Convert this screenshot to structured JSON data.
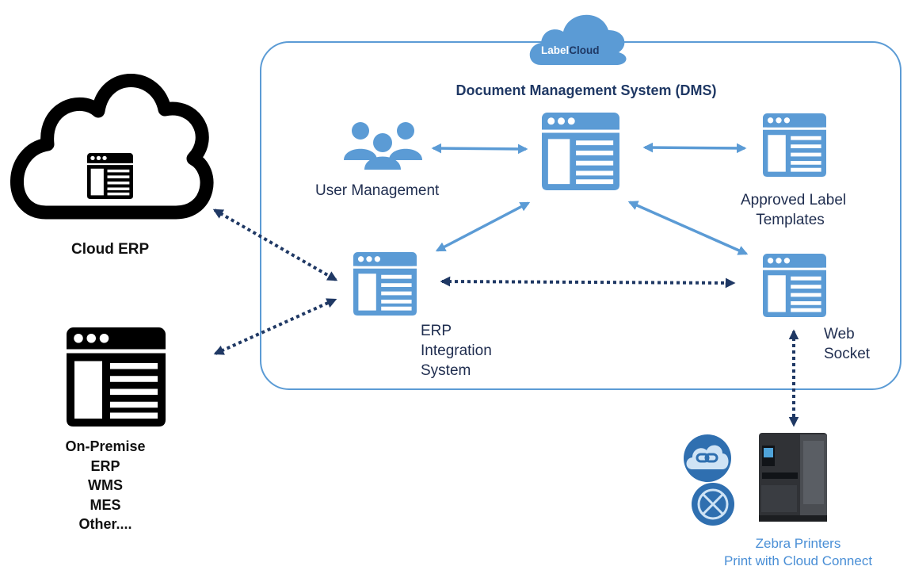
{
  "brand": {
    "label": "Label",
    "cloud": "Cloud"
  },
  "dms": {
    "title": "Document Management System (DMS)"
  },
  "nodes": {
    "user_management": "User Management",
    "approved_templates": [
      "Approved Label",
      "Templates"
    ],
    "erp_integration": [
      "ERP",
      "Integration",
      "System"
    ],
    "web_socket": [
      "Web",
      "Socket"
    ],
    "cloud_erp": "Cloud ERP",
    "on_premise": [
      "On-Premise",
      "ERP",
      "WMS",
      "MES",
      "Other...."
    ],
    "zebra": [
      "Zebra Printers",
      "Print with Cloud Connect"
    ]
  },
  "colors": {
    "accent_blue": "#5b9bd5",
    "dark_navy": "#1f3864",
    "label_blue": "#4a8fd6",
    "black": "#000000"
  },
  "icons": {
    "dms_app": "app-window-icon",
    "user_group": "users-icon",
    "cloud_erp": "cloud-app-icon",
    "on_premise": "app-window-icon",
    "cloud_connect": "cloud-link-icon",
    "link_os": "link-circle-icon",
    "printer": "zebra-printer-icon"
  }
}
